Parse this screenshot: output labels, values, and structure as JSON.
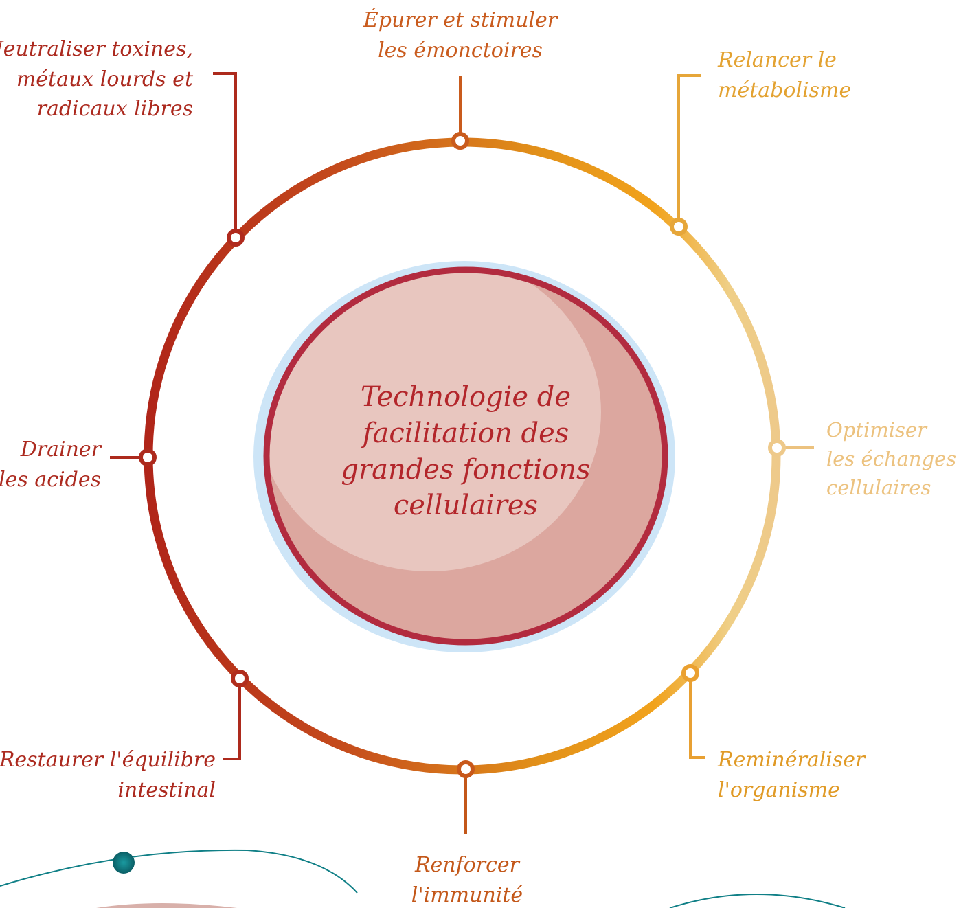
{
  "center": {
    "lines": [
      "Technologie de",
      "facilitation des",
      "grandes fonctions",
      "cellulaires"
    ],
    "text_color": "#b3262b",
    "fill": "#e8c6bf",
    "shade": "#dca79f",
    "border": "#b22b3f",
    "halo": "#cde5f7"
  },
  "ring": {
    "gradient": [
      "#b02519",
      "#c44a1c",
      "#e2911a",
      "#f1a21c",
      "#efcf87",
      "#eec98a"
    ]
  },
  "functions": [
    {
      "id": "epurer",
      "lines": [
        "Épurer et stimuler",
        "les émonctoires"
      ],
      "color": "#c95b1d"
    },
    {
      "id": "relancer",
      "lines": [
        "Relancer le",
        "métabolisme"
      ],
      "color": "#e3a231"
    },
    {
      "id": "optimiser",
      "lines": [
        "Optimiser",
        "les échanges",
        "cellulaires"
      ],
      "color": "#ecc27f"
    },
    {
      "id": "remineraliser",
      "lines": [
        "Reminéraliser",
        "l'organisme"
      ],
      "color": "#e09a26"
    },
    {
      "id": "renforcer",
      "lines": [
        "Renforcer",
        "l'immunité"
      ],
      "color": "#c35719"
    },
    {
      "id": "restaurer",
      "lines": [
        "Restaurer l'équilibre",
        "intestinal"
      ],
      "color": "#ac2a1f"
    },
    {
      "id": "drainer",
      "lines": [
        "Drainer",
        "les acides"
      ],
      "color": "#ac2a1f"
    },
    {
      "id": "neutraliser",
      "lines": [
        "Neutraliser toxines,",
        "métaux lourds et",
        "radicaux libres"
      ],
      "color": "#ac2a1f"
    }
  ],
  "accent_teal": "#0f7f86"
}
